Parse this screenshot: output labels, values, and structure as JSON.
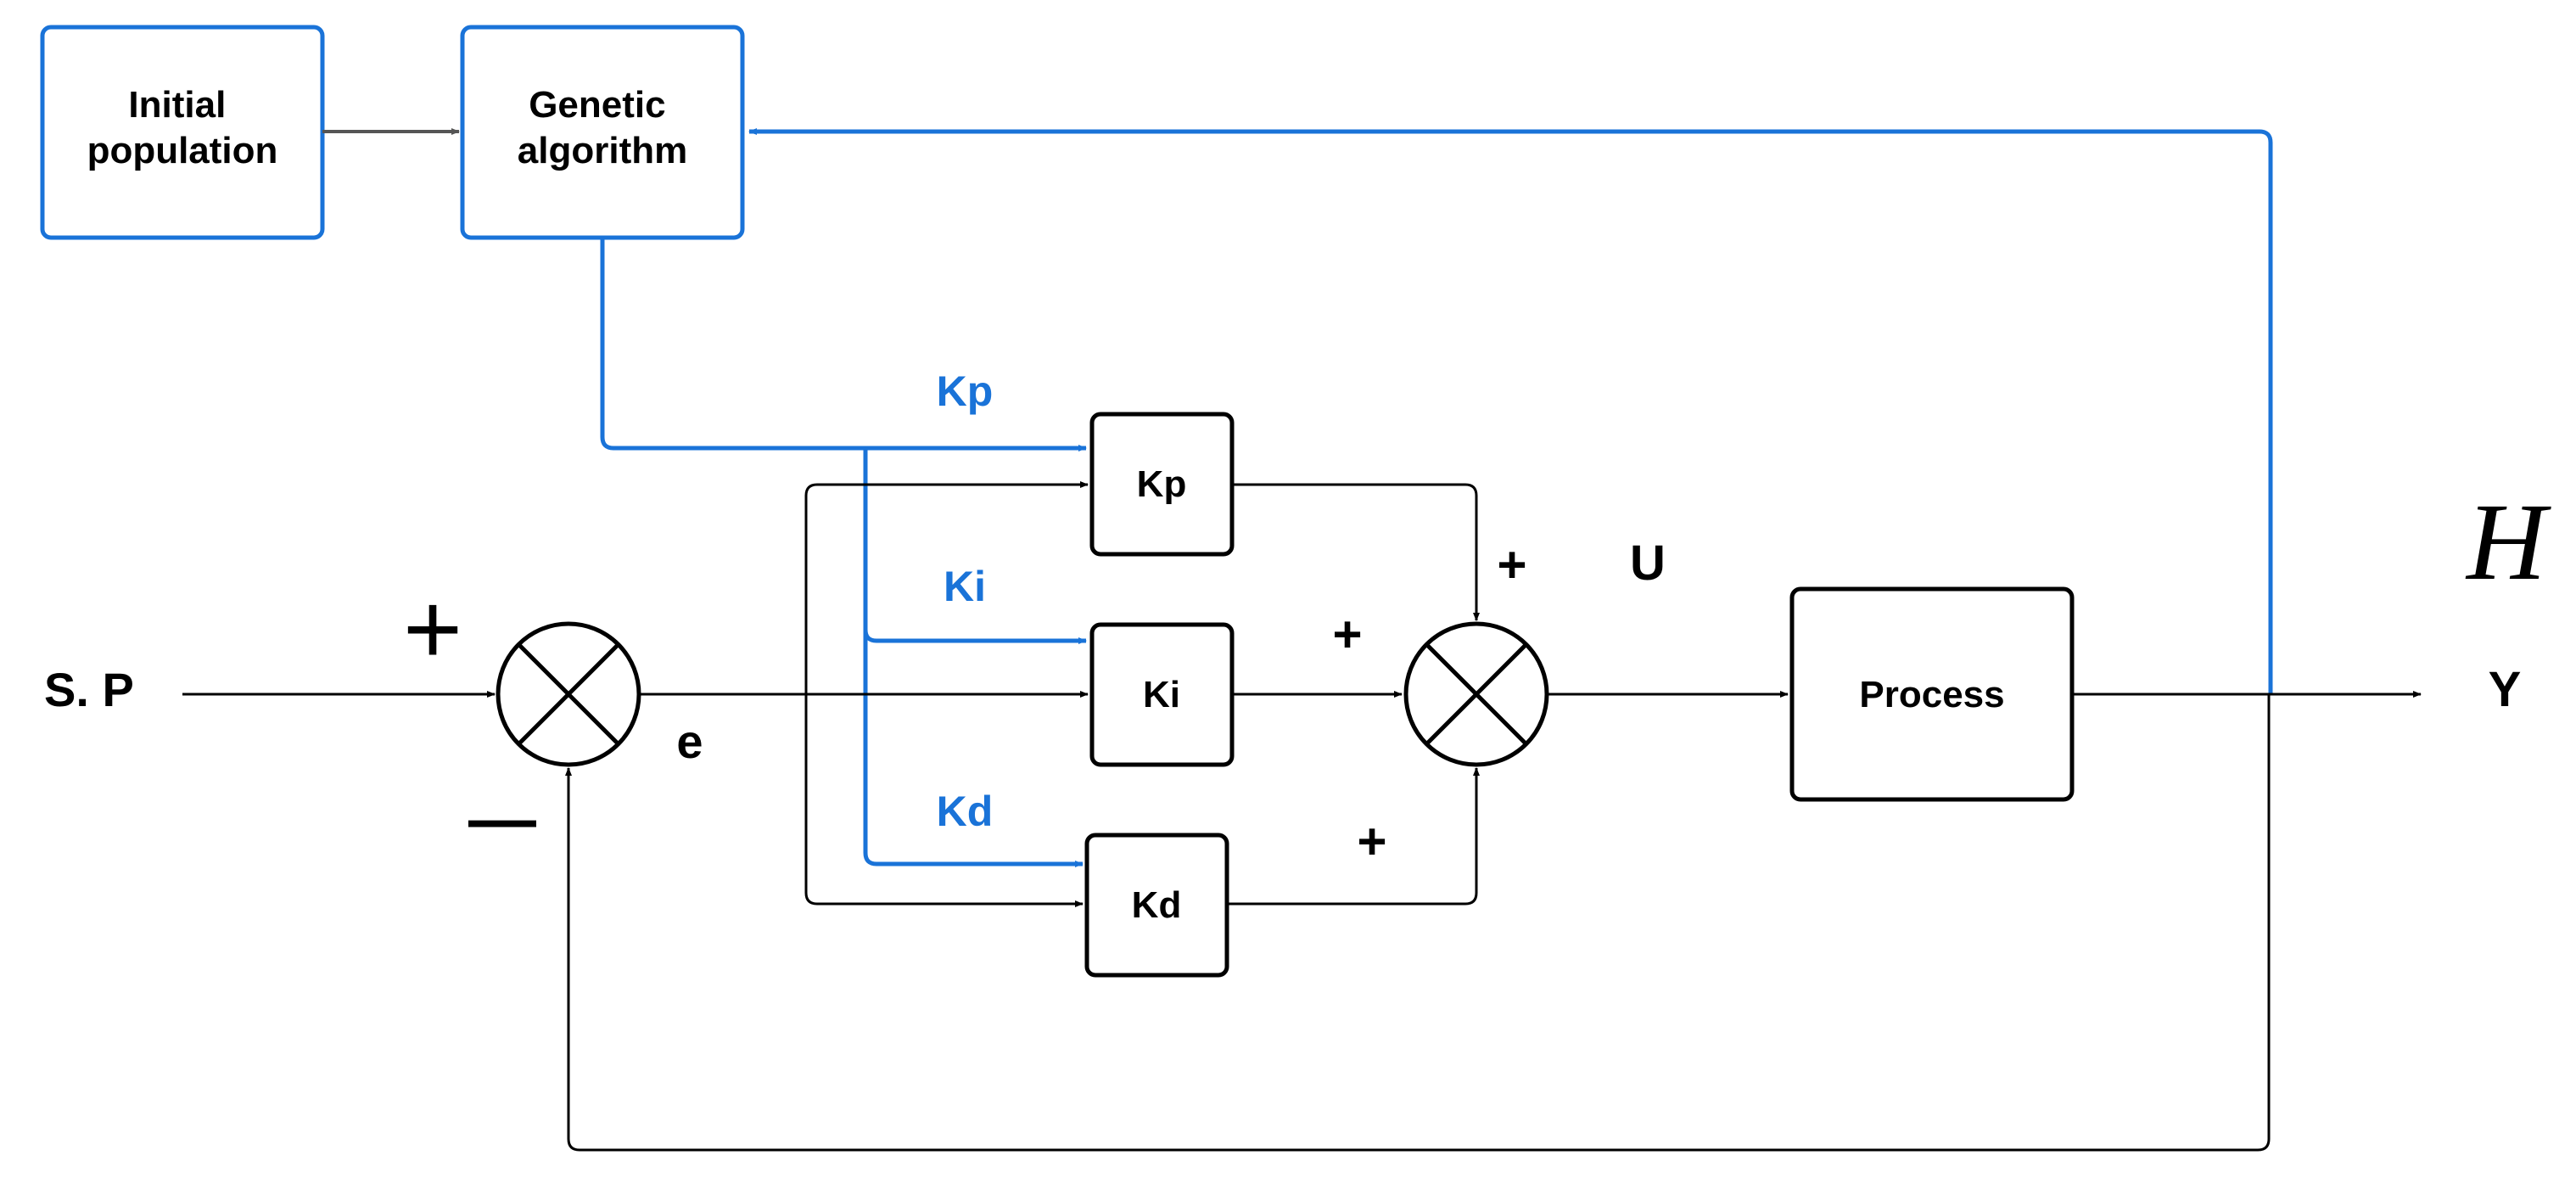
{
  "colors": {
    "accent": "#1a73d8",
    "line": "#000000",
    "gray_arrow": "#555555"
  },
  "boxes": {
    "initial_population": [
      "Initial",
      "population"
    ],
    "genetic_algorithm": [
      "Genetic",
      "algorithm"
    ],
    "kp": "Kp",
    "ki": "Ki",
    "kd": "Kd",
    "process": "Process"
  },
  "blue_labels": {
    "kp": "Kp",
    "ki": "Ki",
    "kd": "Kd"
  },
  "signals": {
    "sp": "S. P",
    "e": "e",
    "u": "U",
    "y": "Y",
    "h": "H",
    "sum1_plus": "+",
    "sum1_minus": "—",
    "sum2_plus_top": "+",
    "sum2_plus_left": "+",
    "sum2_plus_bottom": "+"
  },
  "icons": [
    "summing-junction-icon",
    "arrowhead-icon"
  ]
}
